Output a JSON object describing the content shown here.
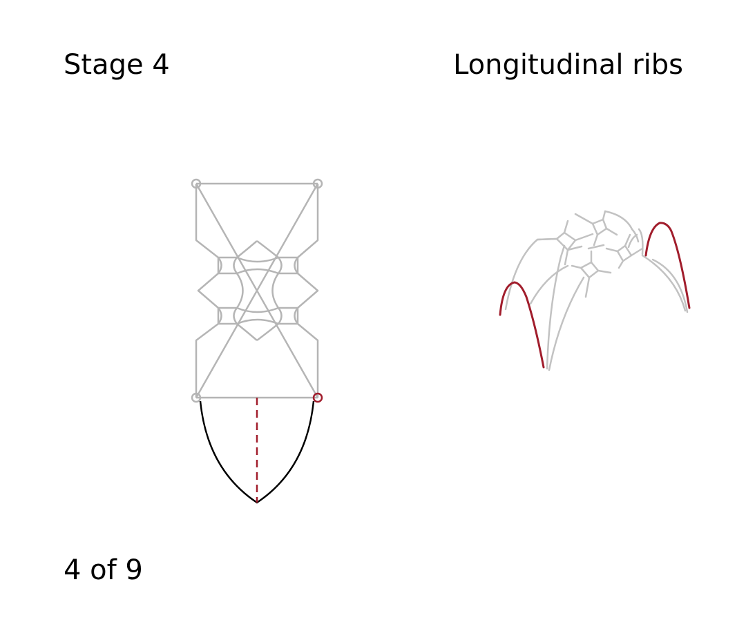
{
  "header": {
    "stage_title": "Stage 4",
    "view_title": "Longitudinal ribs"
  },
  "footer": {
    "page_counter": "4 of 9"
  },
  "colors": {
    "rib_grey": "#b5b5b5",
    "highlight_red": "#a11d2c",
    "profile_black": "#000000",
    "background": "#ffffff"
  }
}
